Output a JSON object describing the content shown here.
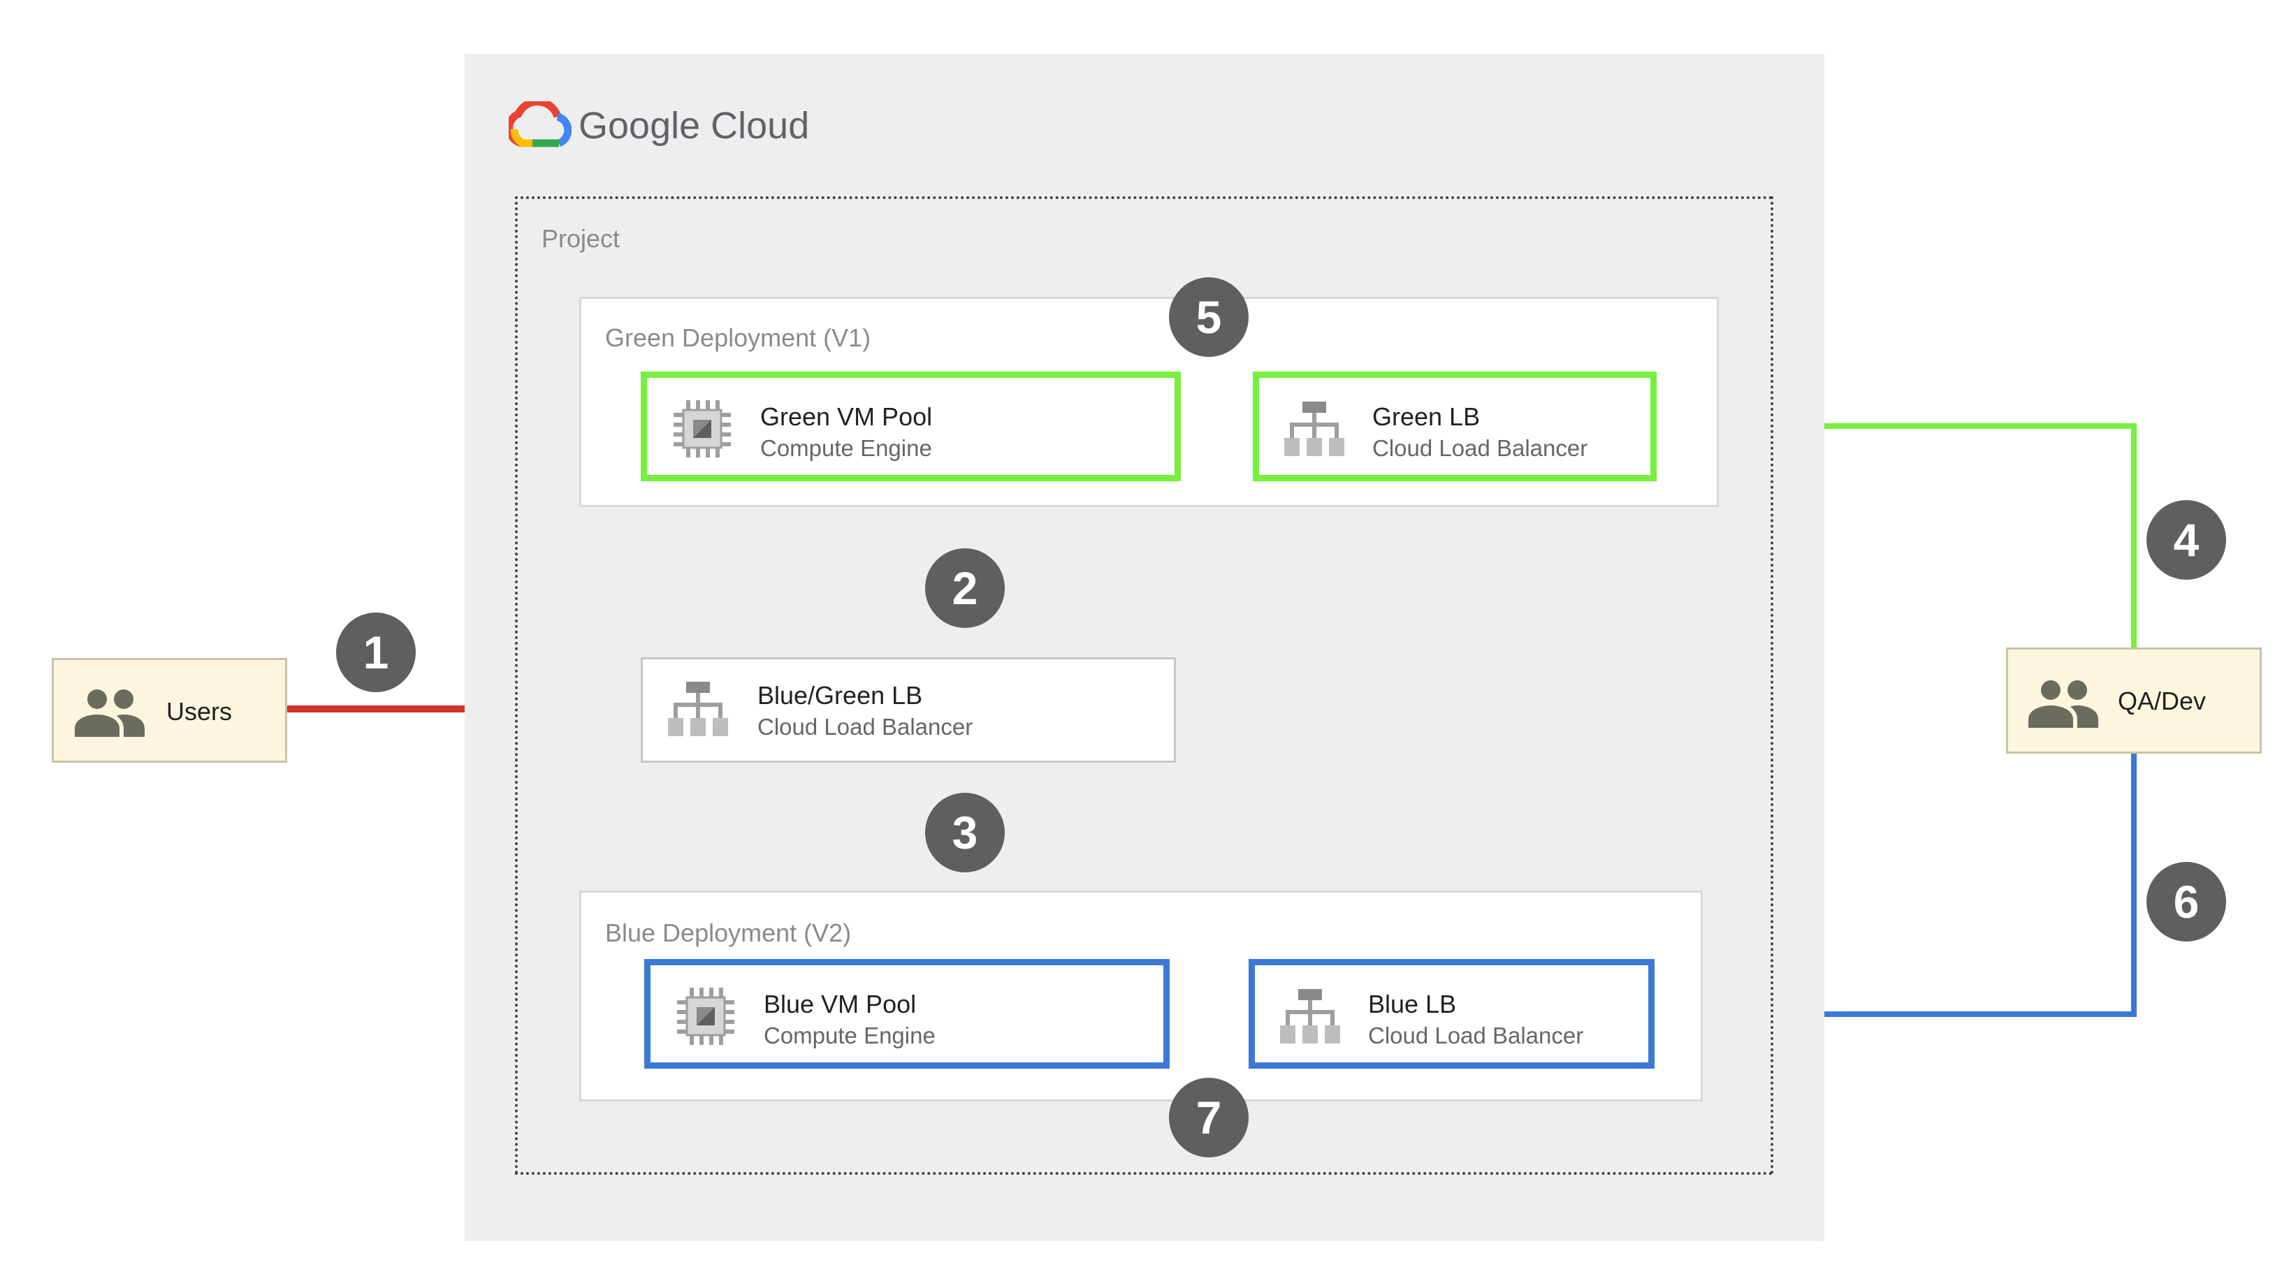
{
  "brand": {
    "name": "Google Cloud"
  },
  "project": {
    "label": "Project"
  },
  "deployments": {
    "green": {
      "label": "Green Deployment (V1)",
      "color": "#76f03d"
    },
    "blue": {
      "label": "Blue Deployment (V2)",
      "color": "#3c78d8"
    }
  },
  "nodes": {
    "green_vm": {
      "title": "Green VM Pool",
      "subtitle": "Compute Engine",
      "icon": "compute-engine-icon"
    },
    "green_lb": {
      "title": "Green LB",
      "subtitle": "Cloud Load Balancer",
      "icon": "load-balancer-icon"
    },
    "bluegreen_lb": {
      "title": "Blue/Green LB",
      "subtitle": "Cloud Load Balancer",
      "icon": "load-balancer-icon"
    },
    "blue_vm": {
      "title": "Blue VM Pool",
      "subtitle": "Compute Engine",
      "icon": "compute-engine-icon"
    },
    "blue_lb": {
      "title": "Blue LB",
      "subtitle": "Cloud Load Balancer",
      "icon": "load-balancer-icon"
    }
  },
  "actors": {
    "users": {
      "label": "Users",
      "icon": "people-icon"
    },
    "qa": {
      "label": "QA/Dev",
      "icon": "people-icon"
    }
  },
  "steps": [
    "1",
    "2",
    "3",
    "4",
    "5",
    "6",
    "7"
  ],
  "colors": {
    "traffic": "#d0342c",
    "green": "#76f03d",
    "blue": "#3c78d8",
    "badge": "#5f5f5f"
  }
}
